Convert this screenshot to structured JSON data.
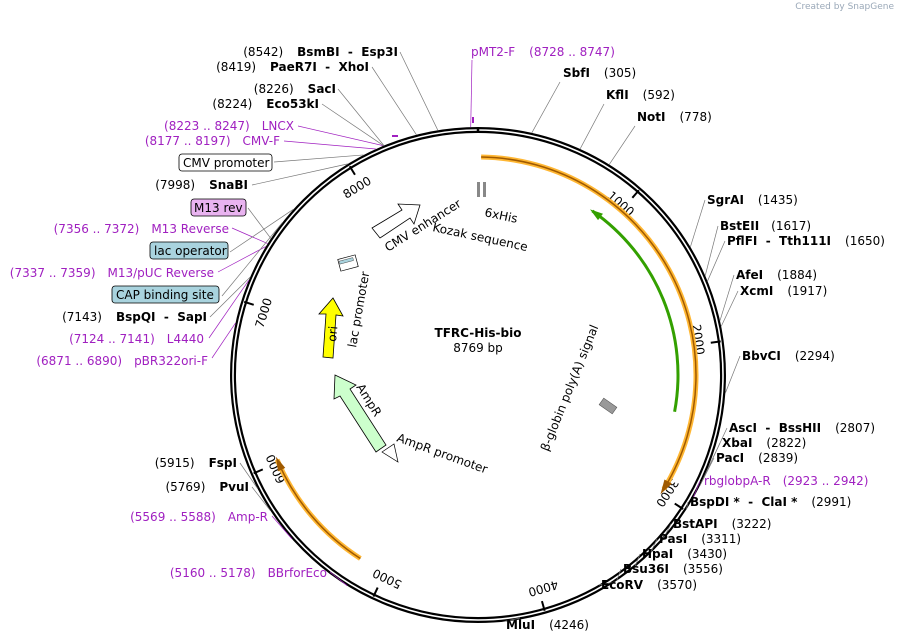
{
  "credit": "Created by SnapGene",
  "plasmid": {
    "name": "TFRC-His-bio",
    "size": "8769 bp",
    "length": 8769
  },
  "ticks": [
    {
      "pos": 1000,
      "label": "1000"
    },
    {
      "pos": 2000,
      "label": "2000"
    },
    {
      "pos": 3000,
      "label": "3000"
    },
    {
      "pos": 4000,
      "label": "4000"
    },
    {
      "pos": 5000,
      "label": "5000"
    },
    {
      "pos": 6000,
      "label": "6000"
    },
    {
      "pos": 7000,
      "label": "7000"
    },
    {
      "pos": 8000,
      "label": "8000"
    }
  ],
  "sites": [
    {
      "name": "SbfI",
      "coord": "(305)",
      "side": "right"
    },
    {
      "name": "KflI",
      "coord": "(592)",
      "side": "right"
    },
    {
      "name": "NotI",
      "coord": "(778)",
      "side": "right"
    },
    {
      "name": "SgrAI",
      "coord": "(1435)",
      "side": "right"
    },
    {
      "name": "BstEII",
      "coord": "(1617)",
      "side": "right"
    },
    {
      "name": "PflFI  -  Tth111I",
      "coord": "(1650)",
      "side": "right"
    },
    {
      "name": "AfeI",
      "coord": "(1884)",
      "side": "right"
    },
    {
      "name": "XcmI",
      "coord": "(1917)",
      "side": "right"
    },
    {
      "name": "BbvCI",
      "coord": "(2294)",
      "side": "right"
    },
    {
      "name": "AscI  -  BssHII",
      "coord": "(2807)",
      "side": "right"
    },
    {
      "name": "XbaI",
      "coord": "(2822)",
      "side": "right"
    },
    {
      "name": "PacI",
      "coord": "(2839)",
      "side": "right"
    },
    {
      "name": "BspDI *  -  ClaI *",
      "coord": "(2991)",
      "side": "right"
    },
    {
      "name": "BstAPI",
      "coord": "(3222)",
      "side": "right"
    },
    {
      "name": "PasI",
      "coord": "(3311)",
      "side": "right"
    },
    {
      "name": "HpaI",
      "coord": "(3430)",
      "side": "right"
    },
    {
      "name": "Bsu36I",
      "coord": "(3556)",
      "side": "right"
    },
    {
      "name": "EcoRV",
      "coord": "(3570)",
      "side": "right"
    },
    {
      "name": "MluI",
      "coord": "(4246)",
      "side": "right"
    },
    {
      "name": "FspI",
      "coord": "(5915)",
      "side": "left"
    },
    {
      "name": "PvuI",
      "coord": "(5769)",
      "side": "left"
    },
    {
      "name": "BspQI  -  SapI",
      "coord": "(7143)",
      "side": "left"
    },
    {
      "name": "SnaBI",
      "coord": "(7998)",
      "side": "left"
    },
    {
      "name": "Eco53kI",
      "coord": "(8224)",
      "side": "left"
    },
    {
      "name": "SacI",
      "coord": "(8226)",
      "side": "left"
    },
    {
      "name": "PaeR7I  -  XhoI",
      "coord": "(8419)",
      "side": "left"
    },
    {
      "name": "BsmBI  -  Esp3I",
      "coord": "(8542)",
      "side": "left"
    }
  ],
  "primers": [
    {
      "name": "pMT2-F",
      "coord": "(8728 .. 8747)"
    },
    {
      "name": "rbglobpA-R",
      "coord": "(2923 .. 2942)"
    },
    {
      "name": "BBrforEco",
      "coord": "(5160 .. 5178)"
    },
    {
      "name": "Amp-R",
      "coord": "(5569 .. 5588)"
    },
    {
      "name": "pBR322ori-F",
      "coord": "(6871 .. 6890)"
    },
    {
      "name": "L4440",
      "coord": "(7124 .. 7141)"
    },
    {
      "name": "M13/pUC Reverse",
      "coord": "(7337 .. 7359)"
    },
    {
      "name": "M13 Reverse",
      "coord": "(7356 .. 7372)"
    },
    {
      "name": "CMV-F",
      "coord": "(8177 .. 8197)"
    },
    {
      "name": "LNCX",
      "coord": "(8223 .. 8247)"
    }
  ],
  "boxes": [
    {
      "label": "CMV promoter",
      "fill": "#ffffff"
    },
    {
      "label": "M13 rev",
      "fill": "#e9b3f0"
    },
    {
      "label": "lac operator",
      "fill": "#a9d3de"
    },
    {
      "label": "CAP binding site",
      "fill": "#a9d3de"
    }
  ],
  "features": [
    {
      "label": "CMV enhancer",
      "color": "#ffffff"
    },
    {
      "label": "6xHis",
      "color": "#888888"
    },
    {
      "label": "Kozak sequence",
      "color": "#888888"
    },
    {
      "label": "β-globin poly(A) signal",
      "color": "#999999"
    },
    {
      "label": "lac promoter",
      "color": "#ffffff"
    },
    {
      "label": "ori",
      "color": "#ffff00"
    },
    {
      "label": "AmpR",
      "color": "#ccffcc"
    },
    {
      "label": "AmpR promoter",
      "color": "#ffffff"
    }
  ],
  "colors": {
    "primer": "#a020c0",
    "orf_orange": "#ffb733",
    "orf_green": "#33a000",
    "backbone": "#000000"
  }
}
